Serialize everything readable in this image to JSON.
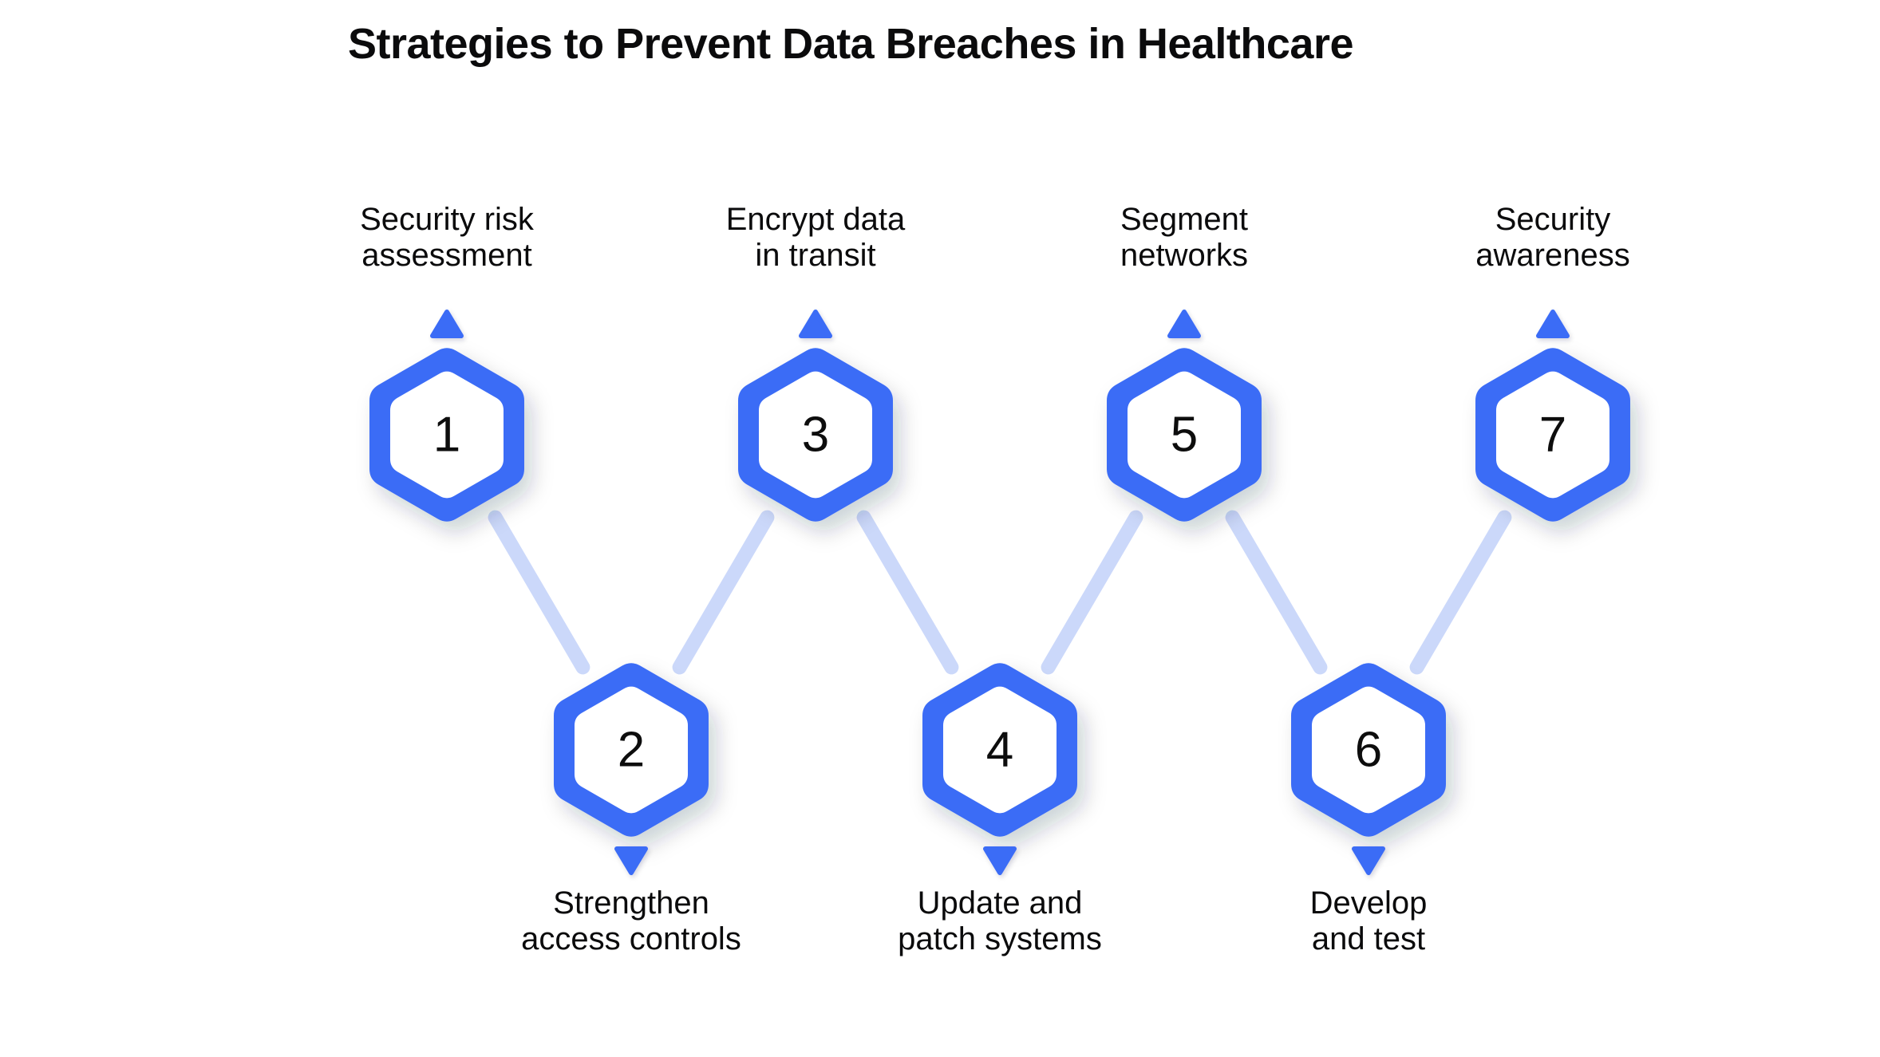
{
  "title": "Strategies to Prevent Data Breaches in Healthcare",
  "colors": {
    "hex_ring": "#3B6CF6",
    "hex_fill": "#FFFFFF",
    "connector": "#CBD8FA",
    "marker": "#3B6CF6",
    "text": "#0B0B0C",
    "background": "#FFFFFF"
  },
  "chart_data": {
    "type": "diagram",
    "title": "Strategies to Prevent Data Breaches in Healthcare",
    "layout": "zigzag-hexagon-timeline",
    "step_count": 7,
    "steps": [
      {
        "number": "1",
        "label": "Security risk\nassessment",
        "position": "top",
        "marker": "triangle-up"
      },
      {
        "number": "2",
        "label": "Strengthen\naccess controls",
        "position": "bottom",
        "marker": "triangle-down"
      },
      {
        "number": "3",
        "label": "Encrypt data\nin transit",
        "position": "top",
        "marker": "triangle-up"
      },
      {
        "number": "4",
        "label": "Update and\npatch systems",
        "position": "bottom",
        "marker": "triangle-down"
      },
      {
        "number": "5",
        "label": "Segment\nnetworks",
        "position": "top",
        "marker": "triangle-up"
      },
      {
        "number": "6",
        "label": "Develop\nand test",
        "position": "bottom",
        "marker": "triangle-down"
      },
      {
        "number": "7",
        "label": "Security\nawareness",
        "position": "top",
        "marker": "triangle-up"
      }
    ],
    "connections": [
      {
        "from": "1",
        "to": "2"
      },
      {
        "from": "3",
        "to": "2"
      },
      {
        "from": "3",
        "to": "4"
      },
      {
        "from": "5",
        "to": "4"
      },
      {
        "from": "5",
        "to": "6"
      },
      {
        "from": "7",
        "to": "6"
      }
    ]
  }
}
